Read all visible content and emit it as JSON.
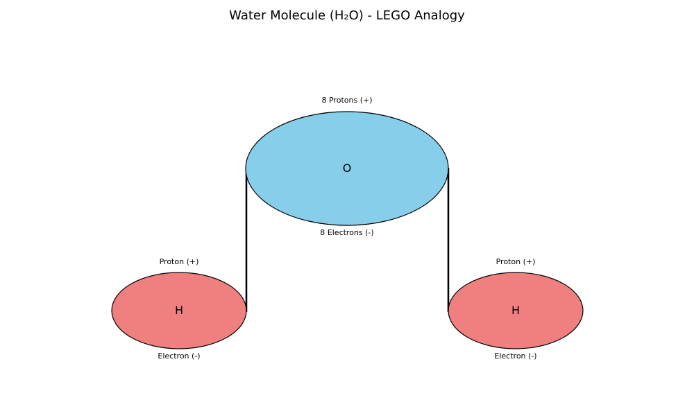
{
  "title": "Water Molecule (H₂O) - LEGO Analogy",
  "colors": {
    "oxygen": "#87ceeb",
    "hydrogen": "#f08080",
    "outline": "#000000",
    "bond": "#000000"
  },
  "atoms": {
    "oxygen": {
      "symbol": "O",
      "top_label": "8 Protons (+)",
      "bottom_label": "8 Electrons (-)"
    },
    "hydrogen_left": {
      "symbol": "H",
      "top_label": "Proton (+)",
      "bottom_label": "Electron (-)"
    },
    "hydrogen_right": {
      "symbol": "H",
      "top_label": "Proton (+)",
      "bottom_label": "Electron (-)"
    }
  }
}
